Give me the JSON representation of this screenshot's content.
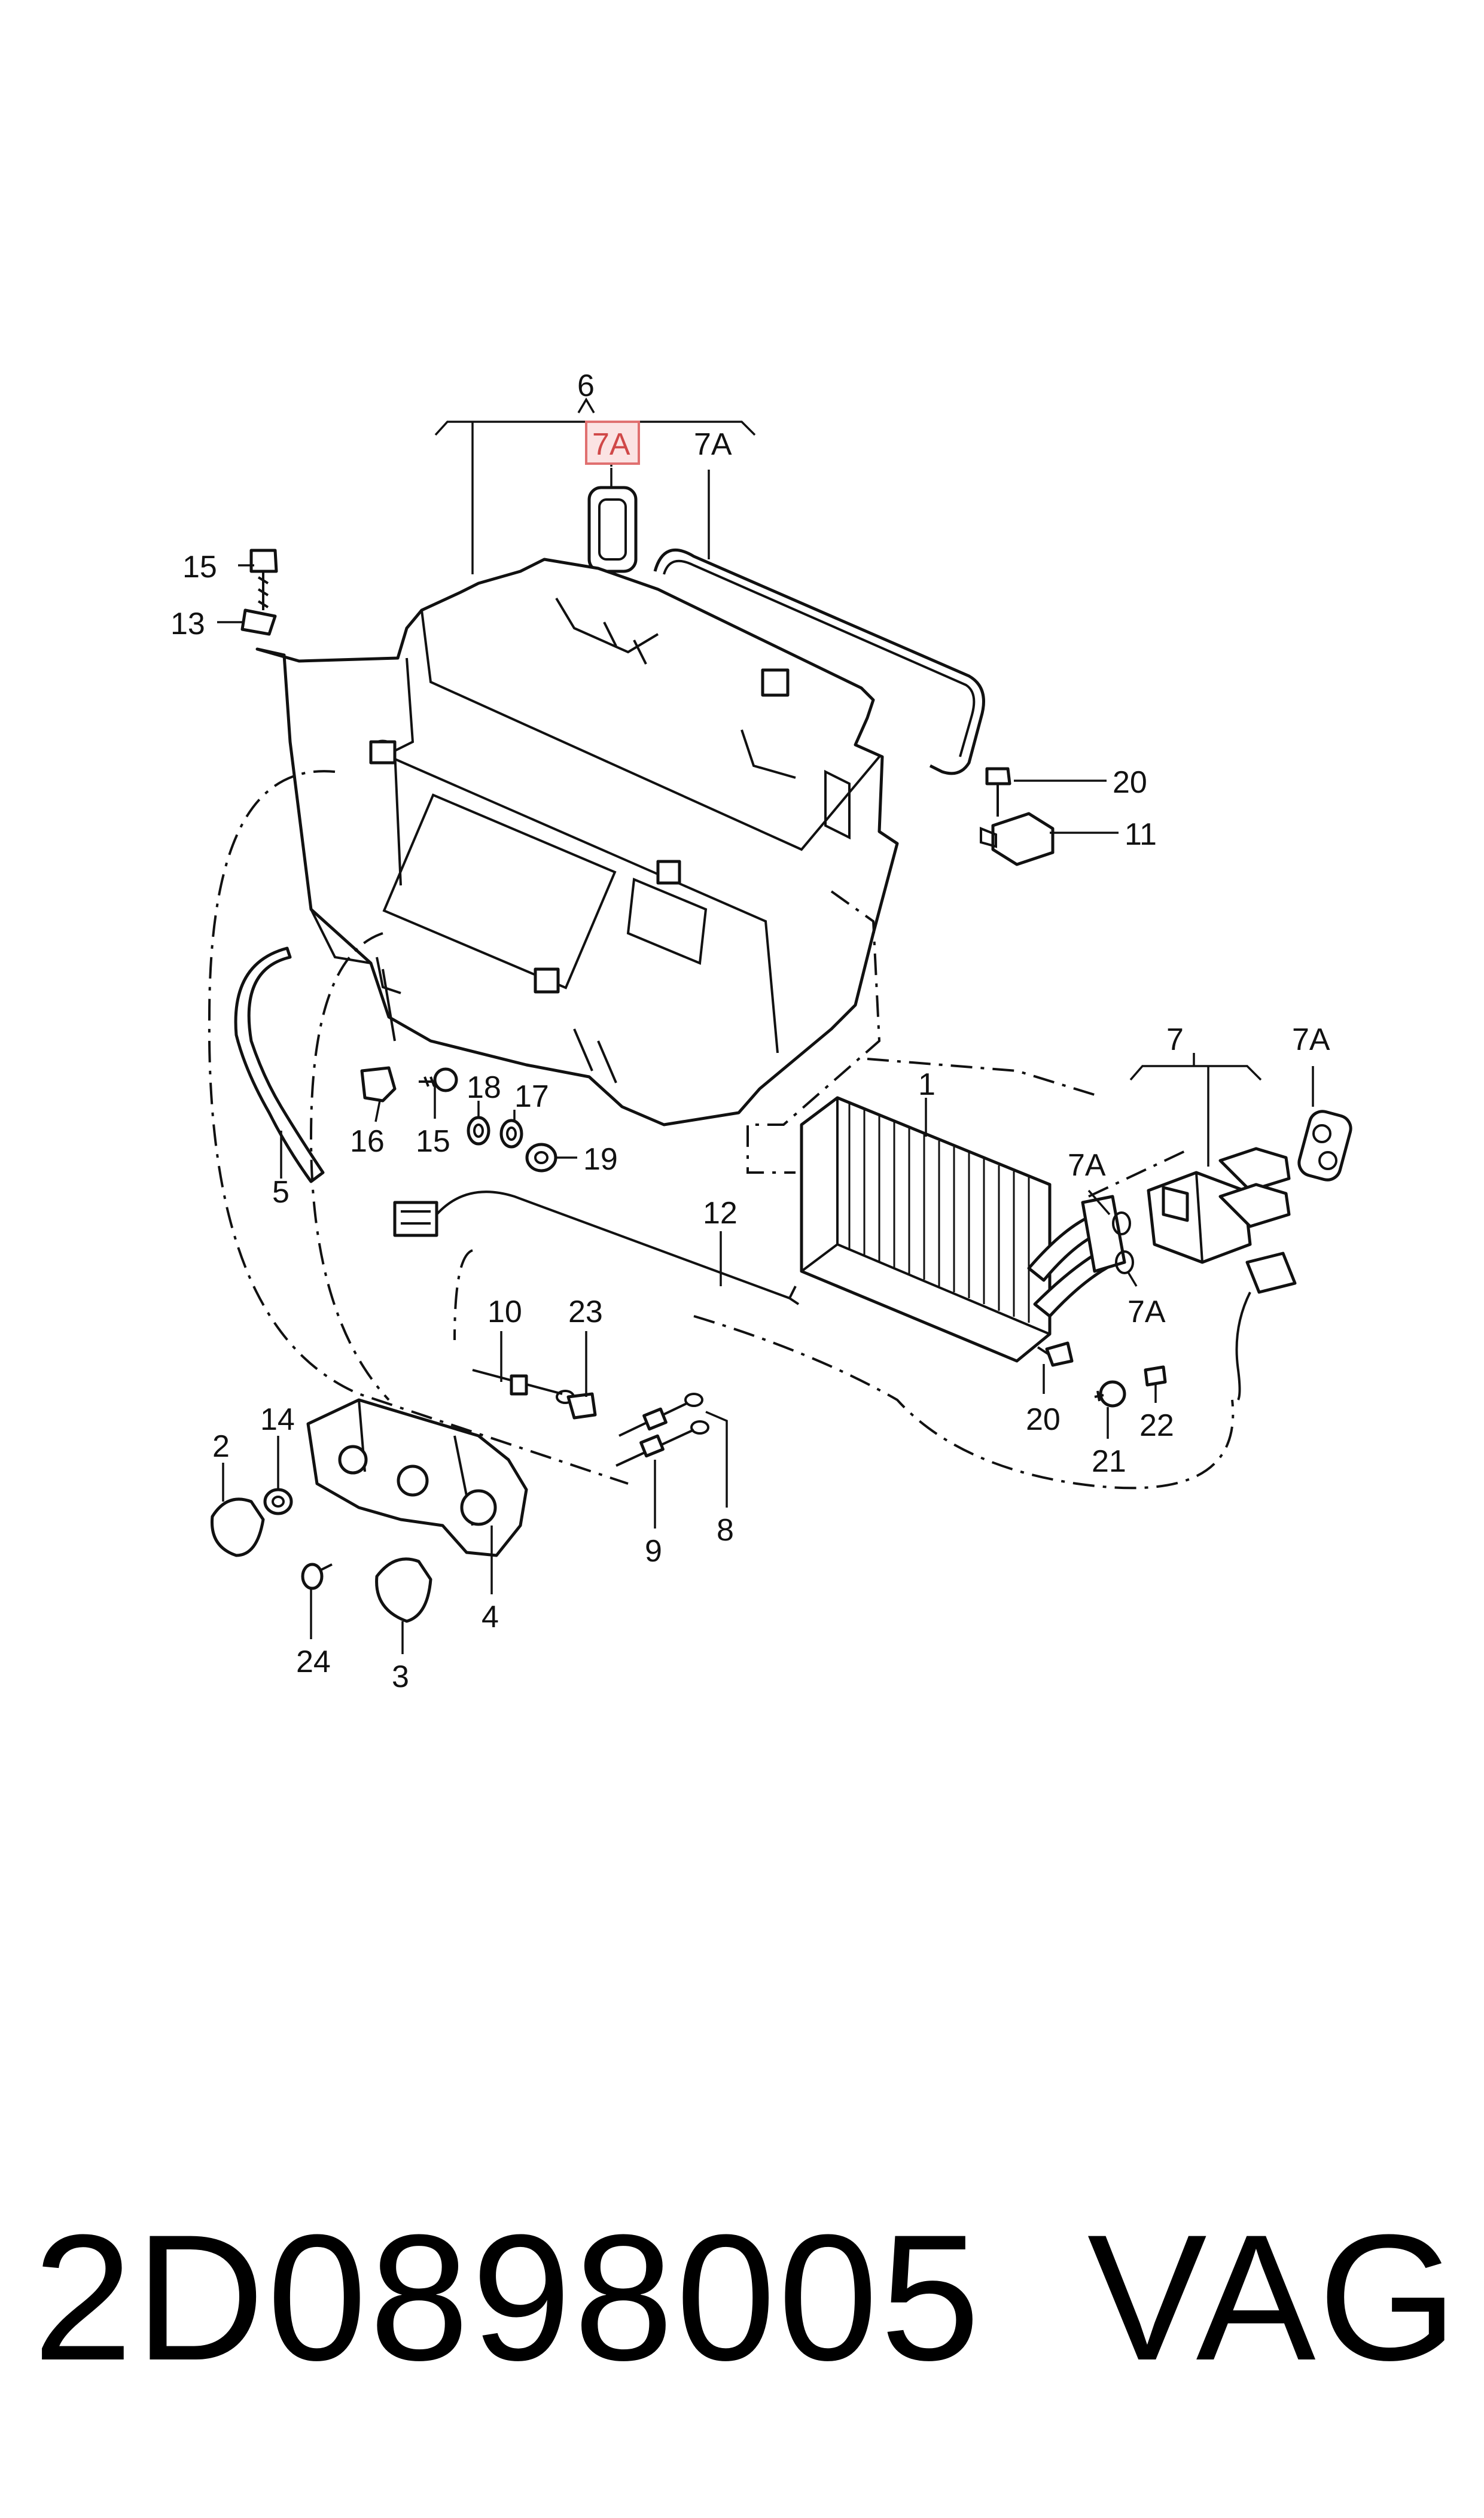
{
  "callouts": {
    "c1": "1",
    "c2": "2",
    "c3": "3",
    "c4": "4",
    "c5": "5",
    "c6": "6",
    "c7": "7",
    "c7A_top_highlighted": "7A",
    "c7A_top": "7A",
    "c7A_right": "7A",
    "c7A_mid_left": "7A",
    "c7A_mid_right": "7A",
    "c8": "8",
    "c9": "9",
    "c10": "10",
    "c11": "11",
    "c12": "12",
    "c13": "13",
    "c14": "14",
    "c15_top": "15",
    "c15_mid": "15",
    "c16": "16",
    "c17": "17",
    "c18": "18",
    "c19": "19",
    "c20_top": "20",
    "c20_bottom": "20",
    "c21": "21",
    "c22": "22",
    "c23": "23",
    "c24": "24"
  },
  "highlight": {
    "label": "7A",
    "color": "#e07070",
    "fill": "#fbe3e3"
  },
  "footer": {
    "part_number": "2D0898005",
    "brand": "VAG"
  }
}
